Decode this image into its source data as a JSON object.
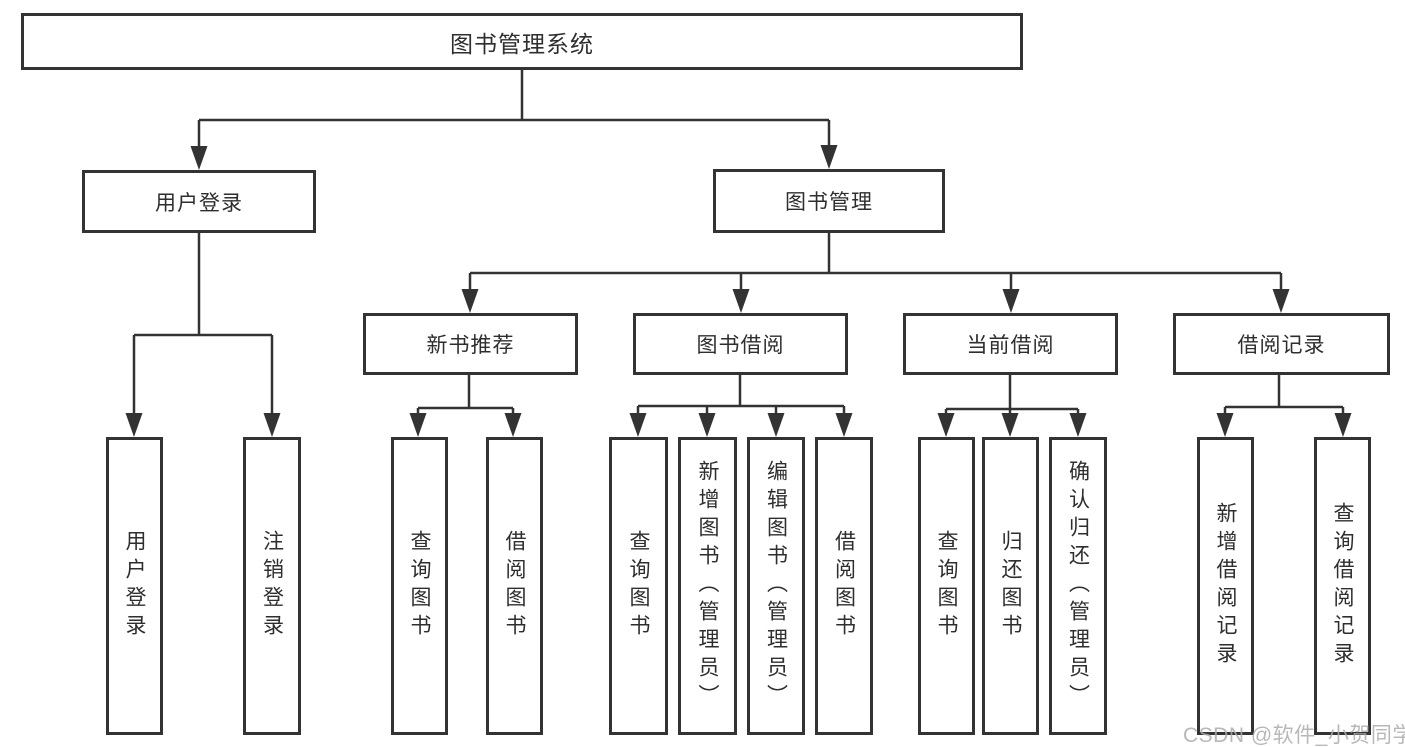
{
  "colors": {
    "line": "#333333",
    "box_border": "#333333",
    "text": "#2e2e2e",
    "background": "#ffffff",
    "watermark": "#acacac"
  },
  "tree": {
    "root": {
      "label": "图书管理系统",
      "children": [
        {
          "label": "用户登录",
          "children": [
            {
              "label": "用户登录"
            },
            {
              "label": "注销登录"
            }
          ]
        },
        {
          "label": "图书管理",
          "children": [
            {
              "label": "新书推荐",
              "children": [
                {
                  "label": "查询图书"
                },
                {
                  "label": "借阅图书"
                }
              ]
            },
            {
              "label": "图书借阅",
              "children": [
                {
                  "label": "查询图书"
                },
                {
                  "label": "新增图书（管理员）"
                },
                {
                  "label": "编辑图书（管理员）"
                },
                {
                  "label": "借阅图书"
                }
              ]
            },
            {
              "label": "当前借阅",
              "children": [
                {
                  "label": "查询图书"
                },
                {
                  "label": "归还图书"
                },
                {
                  "label": "确认归还（管理员）"
                }
              ]
            },
            {
              "label": "借阅记录",
              "children": [
                {
                  "label": "新增借阅记录"
                },
                {
                  "label": "查询借阅记录"
                }
              ]
            }
          ]
        }
      ]
    }
  },
  "watermark": {
    "text": "CSDN @软件_小贺同学"
  }
}
